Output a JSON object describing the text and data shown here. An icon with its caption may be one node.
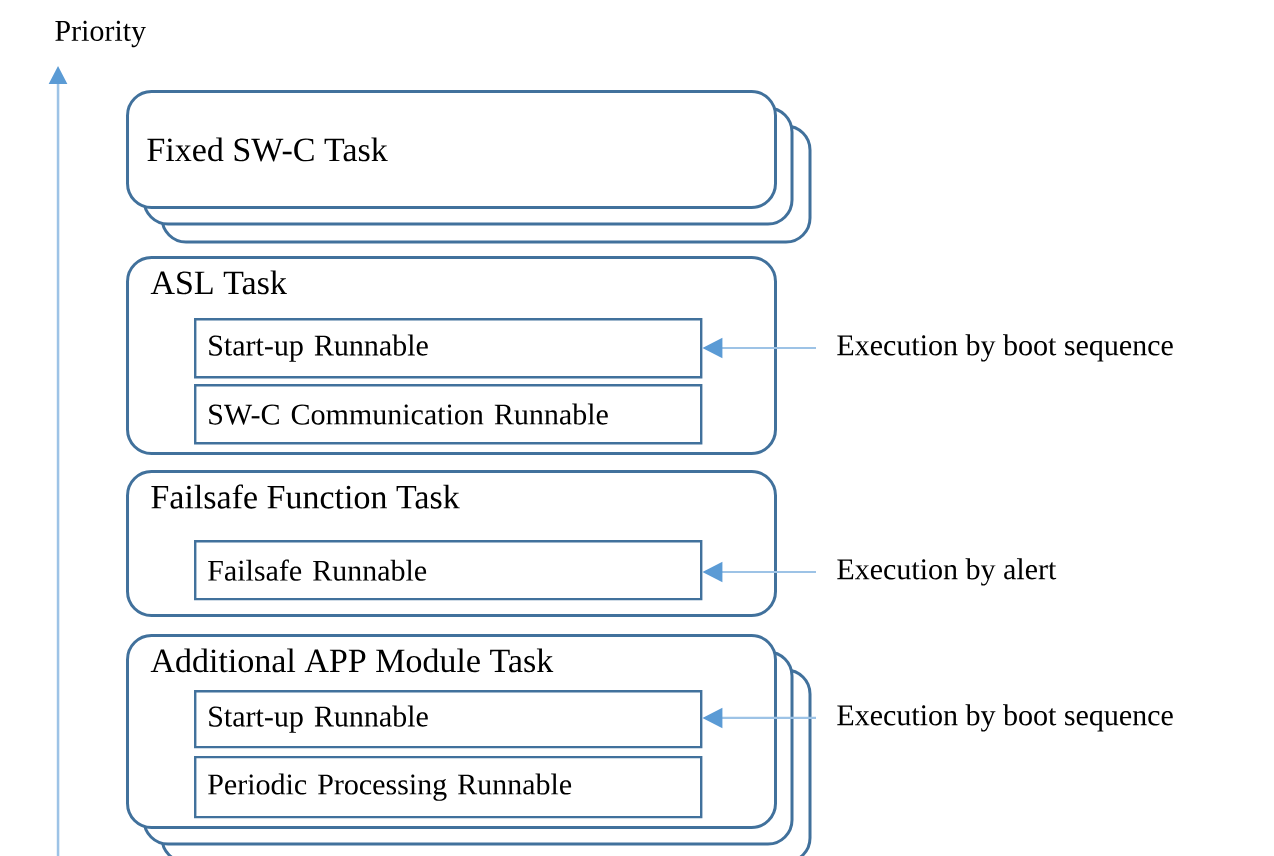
{
  "diagram": {
    "nodes": [
      {
        "text": [
          "Fixed SW-C Task"
        ]
      },
      {
        "text": [
          "ASL Task"
        ]
      },
      {
        "text": [
          "Start-up Runnable"
        ],
        "in": 1
      },
      {
        "text": [
          "SW-C Communication Runnable"
        ],
        "in": 1
      },
      {
        "text": [
          "Failsafe Function Task"
        ]
      },
      {
        "text": [
          "Failsafe Runnable"
        ],
        "in": 4
      },
      {
        "text": [
          "Additional APP Module Task"
        ]
      },
      {
        "text": [
          "Start-up Runnable"
        ],
        "in": 6
      },
      {
        "text": [
          "Periodic Processing Runnable"
        ],
        "in": 6
      },
      {
        "text": [
          "Execution by boot sequence"
        ]
      },
      {
        "text": [
          "Execution by alert"
        ]
      },
      {
        "text": [
          "Execution by boot sequence"
        ]
      }
    ],
    "edges": [
      {
        "from": 9,
        "to": 2,
        "arrow": "to"
      },
      {
        "from": 10,
        "to": 5,
        "arrow": "to"
      },
      {
        "from": 11,
        "to": 7,
        "arrow": "to"
      }
    ],
    "labels": [
      "Priority"
    ]
  }
}
